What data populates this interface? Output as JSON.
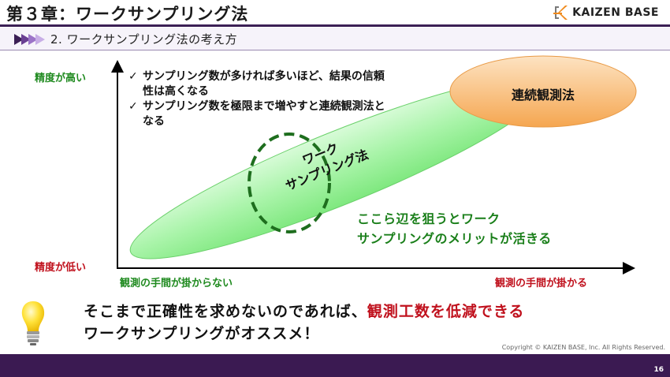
{
  "header": {
    "chapter_title": "第３章：ワークサンプリング法",
    "logo": {
      "icon": "kaizen-base-logo-icon",
      "text": "KAIZEN BASE"
    }
  },
  "section": {
    "icon": "triple-chevron-right-icon",
    "title": "2. ワークサンプリング法の考え方"
  },
  "diagram": {
    "y_axis": {
      "high_label": "精度が高い",
      "low_label": "精度が低い"
    },
    "x_axis": {
      "low_label": "観測の手間が掛からない",
      "high_label": "観測の手間が掛かる"
    },
    "bullets": [
      {
        "icon": "checkmark-icon",
        "check": "✓",
        "text": "サンプリング数が多ければ多いほど、結果の信頼性は高くなる"
      },
      {
        "icon": "checkmark-icon",
        "check": "✓",
        "text": "サンプリング数を極限まで増やすと連続観測法となる"
      }
    ],
    "work_sampling_label": {
      "line1": "ワーク",
      "line2": "サンプリング法"
    },
    "continuous_label": "連続観測法",
    "callout": {
      "line1": "ここら辺を狙うとワーク",
      "line2": "サンプリングのメリットが活きる"
    },
    "colors": {
      "ellipse_fill": "#8ef08e",
      "ellipse_light": "#d8fbd8",
      "continuous_fill": "#f7b66a",
      "dashed_circle": "#1e6e1e",
      "good_label": "#1f8a1f",
      "bad_label": "#c0111d"
    }
  },
  "message": {
    "icon": "lightbulb-icon",
    "line1_normal": "そこまで正確性を求めないのであれば、",
    "line1_highlight": "観測工数を低減できる",
    "line2": "ワークサンプリングがオススメ！"
  },
  "footer": {
    "copyright": "Copyright ©  KAIZEN BASE, Inc.  All Rights Reserved.",
    "page_number": "16"
  }
}
